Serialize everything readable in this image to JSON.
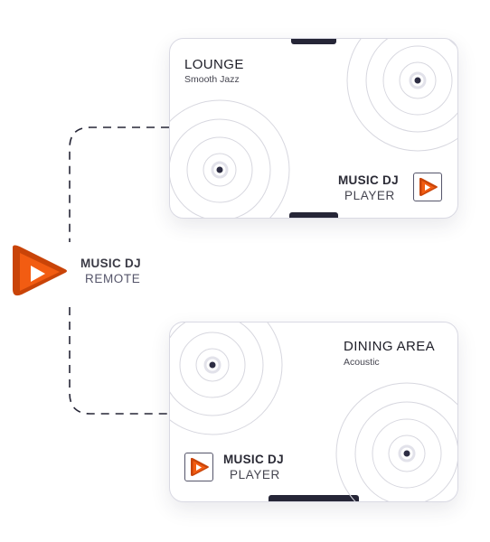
{
  "remote": {
    "brand_line1": "MUSIC DJ",
    "brand_line2": "REMOTE",
    "logo_icon": "play-logo-icon"
  },
  "zones": [
    {
      "name": "LOUNGE",
      "genre": "Smooth Jazz",
      "brand_line1": "MUSIC DJ",
      "brand_line2": "PLAYER"
    },
    {
      "name": "DINING AREA",
      "genre": "Acoustic",
      "brand_line1": "MUSIC DJ",
      "brand_line2": "PLAYER"
    }
  ],
  "colors": {
    "accent_orange": "#f25c12",
    "accent_orange_dark": "#c94408",
    "navy": "#262637",
    "ring_gray": "#d4d4dc",
    "connector": "#262637"
  }
}
